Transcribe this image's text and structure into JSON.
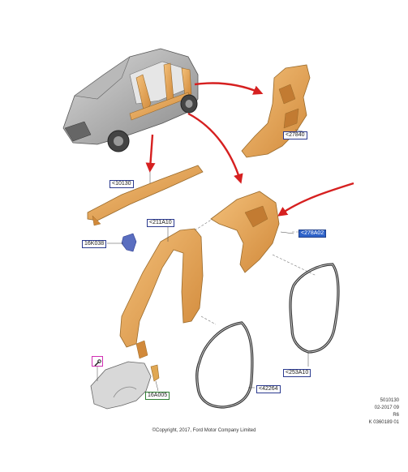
{
  "labels": {
    "p27840": "<27840",
    "p10130": "<10130",
    "p211A10": "<211A10",
    "p16K038": "16K038",
    "p278A02": "<278A02",
    "p253A10": "<253A10",
    "p42264": "<42264",
    "p16A005": "16A005"
  },
  "meta": {
    "line1": "5010130",
    "line2": "02-2017 09",
    "line3": "R6",
    "line4": "K 0360189 01"
  },
  "copyright": "©Copyright, 2017, Ford Motor Company Limited",
  "colors": {
    "part_fill": "#e8a95a",
    "part_stroke": "#9a6a2a",
    "arrow": "#d62020",
    "label_border": "#2b3a8f",
    "label_filled": "#2f63c9",
    "seal_outline": "#333333"
  }
}
